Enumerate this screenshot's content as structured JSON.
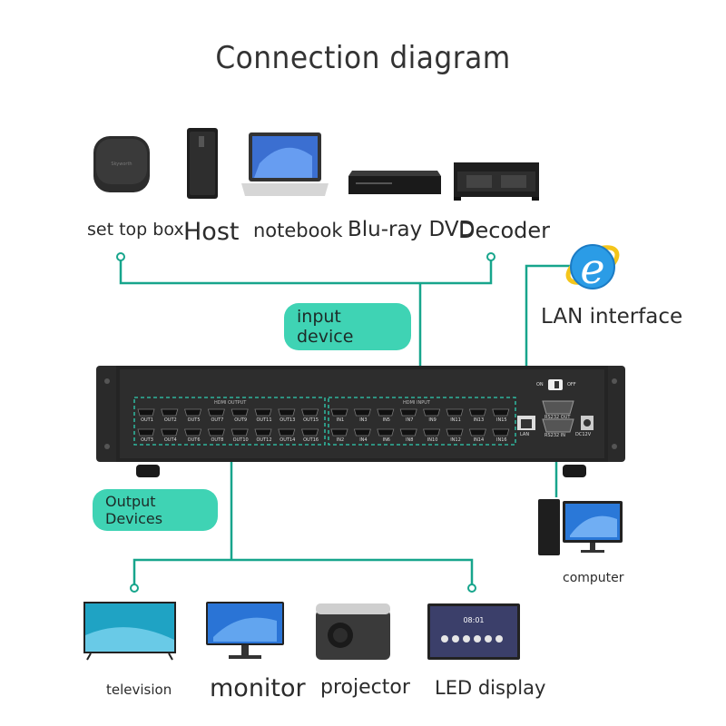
{
  "title": "Connection diagram",
  "input_devices": [
    {
      "label": "set top box"
    },
    {
      "label": "Host"
    },
    {
      "label": "notebook"
    },
    {
      "label": "Blu-ray DVD"
    },
    {
      "label": "Decoder"
    }
  ],
  "input_pill": "input device",
  "output_pill": "Output Devices",
  "lan_label": "LAN interface",
  "computer_label": "computer",
  "output_devices": [
    {
      "label": "television"
    },
    {
      "label": "monitor"
    },
    {
      "label": "projector"
    },
    {
      "label": "LED display"
    }
  ],
  "matrix": {
    "hdmi_output_label": "HDMI OUTPUT",
    "hdmi_input_label": "HDMI INPUT",
    "out_top": [
      "OUT1",
      "OUT2",
      "OUT5",
      "OUT7",
      "OUT9",
      "OUT11",
      "OUT13",
      "OUT15"
    ],
    "out_bottom": [
      "OUT3",
      "OUT4",
      "OUT6",
      "OUT8",
      "OUT10",
      "OUT12",
      "OUT14",
      "OUT16"
    ],
    "in_top": [
      "IN1",
      "IN3",
      "IN5",
      "IN7",
      "IN9",
      "IN11",
      "IN13",
      "IN15"
    ],
    "in_bottom": [
      "IN2",
      "IN4",
      "IN6",
      "IN8",
      "IN10",
      "IN12",
      "IN14",
      "IN16"
    ],
    "lan": "LAN",
    "rs232_out": "RS232 OUT",
    "rs232_in": "RS232 IN",
    "dc": "DC12V",
    "on": "ON",
    "off": "OFF"
  },
  "colors": {
    "accent": "#16a98f",
    "line": "#17a58c"
  }
}
